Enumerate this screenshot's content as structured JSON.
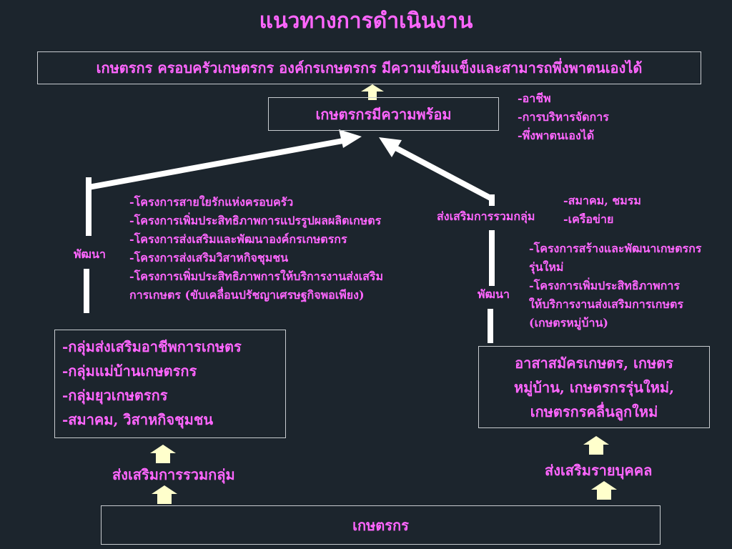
{
  "title": "แนวทางการดำเนินงาน",
  "goal_box": "เกษตรกร ครอบครัวเกษตรกร องค์กรเกษตรกร มีความเข้มแข็งและสามารถพึ่งพาตนเองได้",
  "ready_box": "เกษตรกรมีความพร้อม",
  "ready_notes": [
    "-อาชีพ",
    "-การบริหารจัดการ",
    "-พึ่งพาตนเองได้"
  ],
  "left_develop_label": "พัฒนา",
  "left_projects": [
    "-โครงการสายใยรักแห่งครอบครัว",
    "-โครงการเพิ่มประสิทธิภาพการแปรรูปผลผลิตเกษตร",
    "-โครงการส่งเสริมและพัฒนาองค์กรเกษตรกร",
    "-โครงการส่งเสริมวิสาหกิจชุมชน",
    "-โครงการเพิ่มประสิทธิภาพการให้บริการงานส่งเสริม",
    "การเกษตร (ขับเคลื่อนปรัชญาเศรษฐกิจพอเพียง)"
  ],
  "right_group_label": "ส่งเสริมการรวมกลุ่ม",
  "right_group_notes": [
    "-สมาคม, ชมรม",
    "-เครือข่าย"
  ],
  "right_projects": [
    "-โครงการสร้างและพัฒนาเกษตรกร",
    "รุ่นใหม่",
    "-โครงการเพิ่มประสิทธิภาพการ",
    "ให้บริการงานส่งเสริมการเกษตร",
    "(เกษตรหมู่บ้าน)"
  ],
  "right_develop_label": "พัฒนา",
  "left_groups": [
    "-กลุ่มส่งเสริมอาชีพการเกษตร",
    "-กลุ่มแม่บ้านเกษตรกร",
    "-กลุ่มยุวเกษตรกร",
    "-สมาคม, วิสาหกิจชุมชน"
  ],
  "right_individuals": [
    "อาสาสมัครเกษตร, เกษตร",
    "หมู่บ้าน, เกษตรกรรุ่นใหม่,",
    "เกษตรกรคลื่นลูกใหม่"
  ],
  "left_bottom_label": "ส่งเสริมการรวมกลุ่ม",
  "right_bottom_label": "ส่งเสริมรายบุคคล",
  "bottom_box": "เกษตรกร",
  "colors": {
    "background": "#1c252d",
    "text": "#ff66ff",
    "arrow": "#ffffcc",
    "line": "#ffffff",
    "border": "#c8ccd0"
  }
}
